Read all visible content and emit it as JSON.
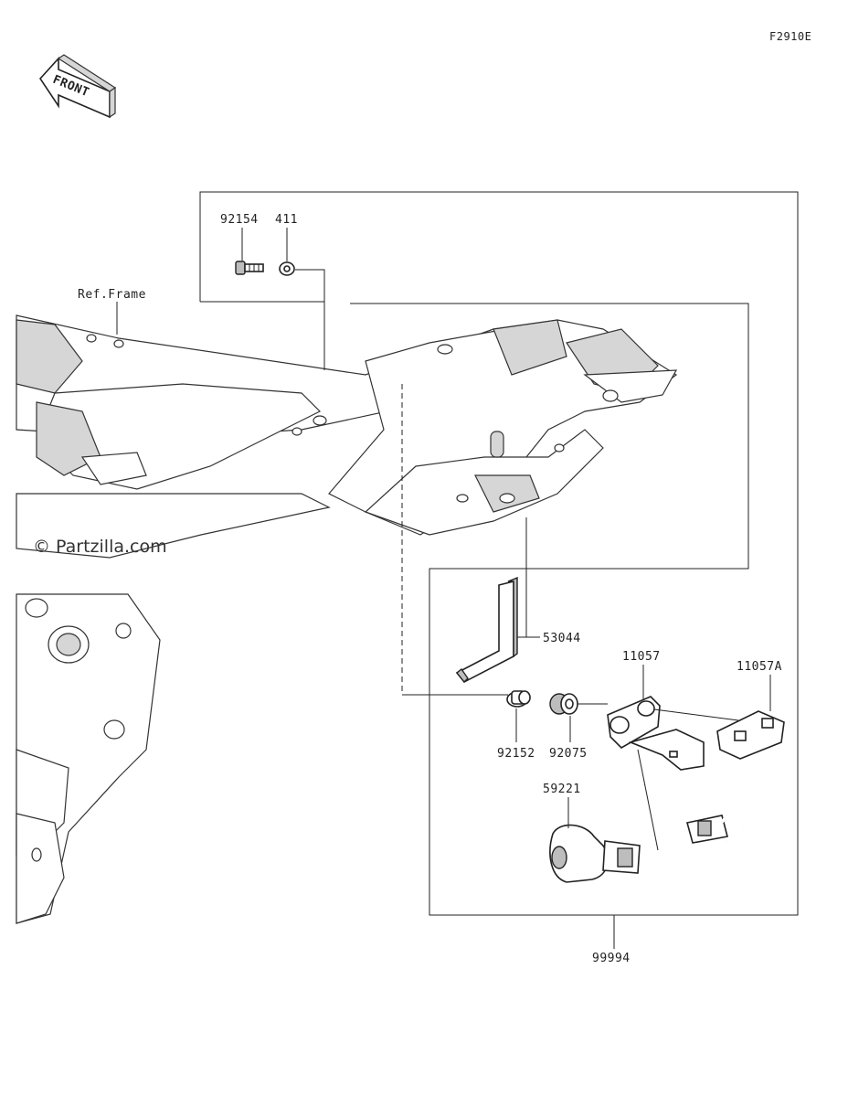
{
  "figure_code": "F2910E",
  "front_arrow_text": "FRONT",
  "ref_frame_label": "Ref.Frame",
  "watermark": "© Partzilla.com",
  "parts": {
    "p92154": "92154",
    "p411": "411",
    "p53044": "53044",
    "p11057": "11057",
    "p11057A": "11057A",
    "p92152": "92152",
    "p92075": "92075",
    "p59221": "59221",
    "p99994": "99994"
  }
}
